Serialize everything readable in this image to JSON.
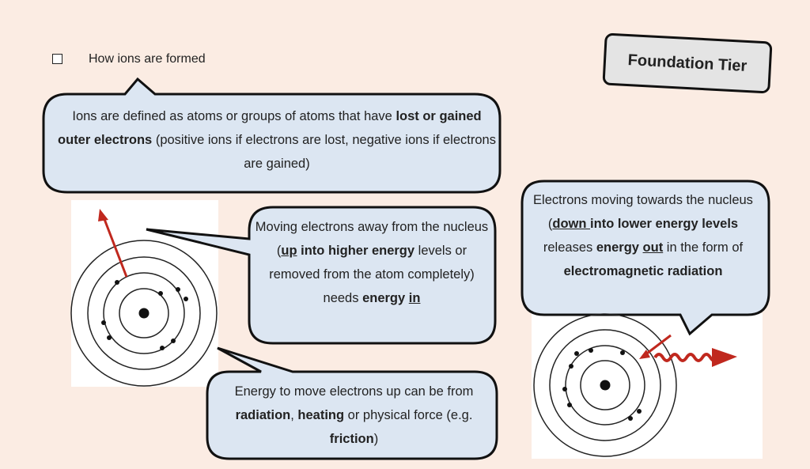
{
  "header": {
    "topic": "How ions are formed",
    "tier": "Foundation Tier"
  },
  "callouts": {
    "definition": {
      "t1": "Ions are defined as atoms or groups of atoms that have ",
      "b1": "lost or gained outer electrons",
      "t2": " (positive ions if electrons are lost, negative ions if electrons are gained)"
    },
    "away": {
      "t1": "Moving electrons away from the nucleus (",
      "u1": "up",
      "b1": " into higher energy",
      "t2": " levels or removed from the atom completely) needs ",
      "b2": "energy ",
      "u2": "in"
    },
    "sources": {
      "t1": "Energy to move electrons up can be from ",
      "b1": "radiation",
      "t2": ", ",
      "b2": "heating",
      "t3": " or physical force (e.g. ",
      "b3": "friction",
      "t4": ")"
    },
    "towards": {
      "t1": "Electrons moving towards the nucleus (",
      "u1": "down ",
      "b1": "into lower energy levels",
      "t2": " releases ",
      "b2": "energy ",
      "u2": "out",
      "t3": " in the form of ",
      "b3": "electromagnetic radiation"
    }
  },
  "colors": {
    "page_bg": "#fbece3",
    "bubble_fill": "#dce6f2",
    "bubble_stroke": "#111111",
    "arrow_red": "#c0281e"
  },
  "icons": [
    "checkbox-icon",
    "atom-diagram-icon",
    "red-arrow-icon",
    "wavy-arrow-icon"
  ]
}
